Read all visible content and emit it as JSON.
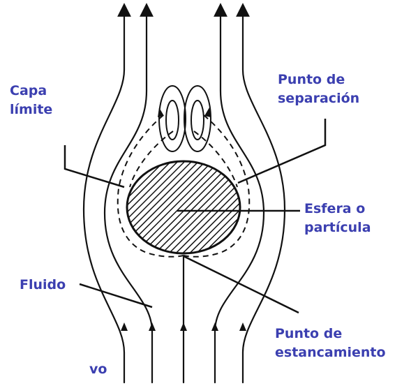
{
  "labels": {
    "boundary_layer": [
      "Capa",
      "límite"
    ],
    "separation_point": [
      "Punto de",
      "separación"
    ],
    "particle": [
      "Esfera o",
      "partícula"
    ],
    "fluid": "Fluido",
    "stagnation_point": [
      "Punto de",
      "estancamiento"
    ],
    "velocity": "vo"
  },
  "colors": {
    "label": "#3B3FB0",
    "ink": "#111111",
    "particle_fill": "#ffffff"
  }
}
